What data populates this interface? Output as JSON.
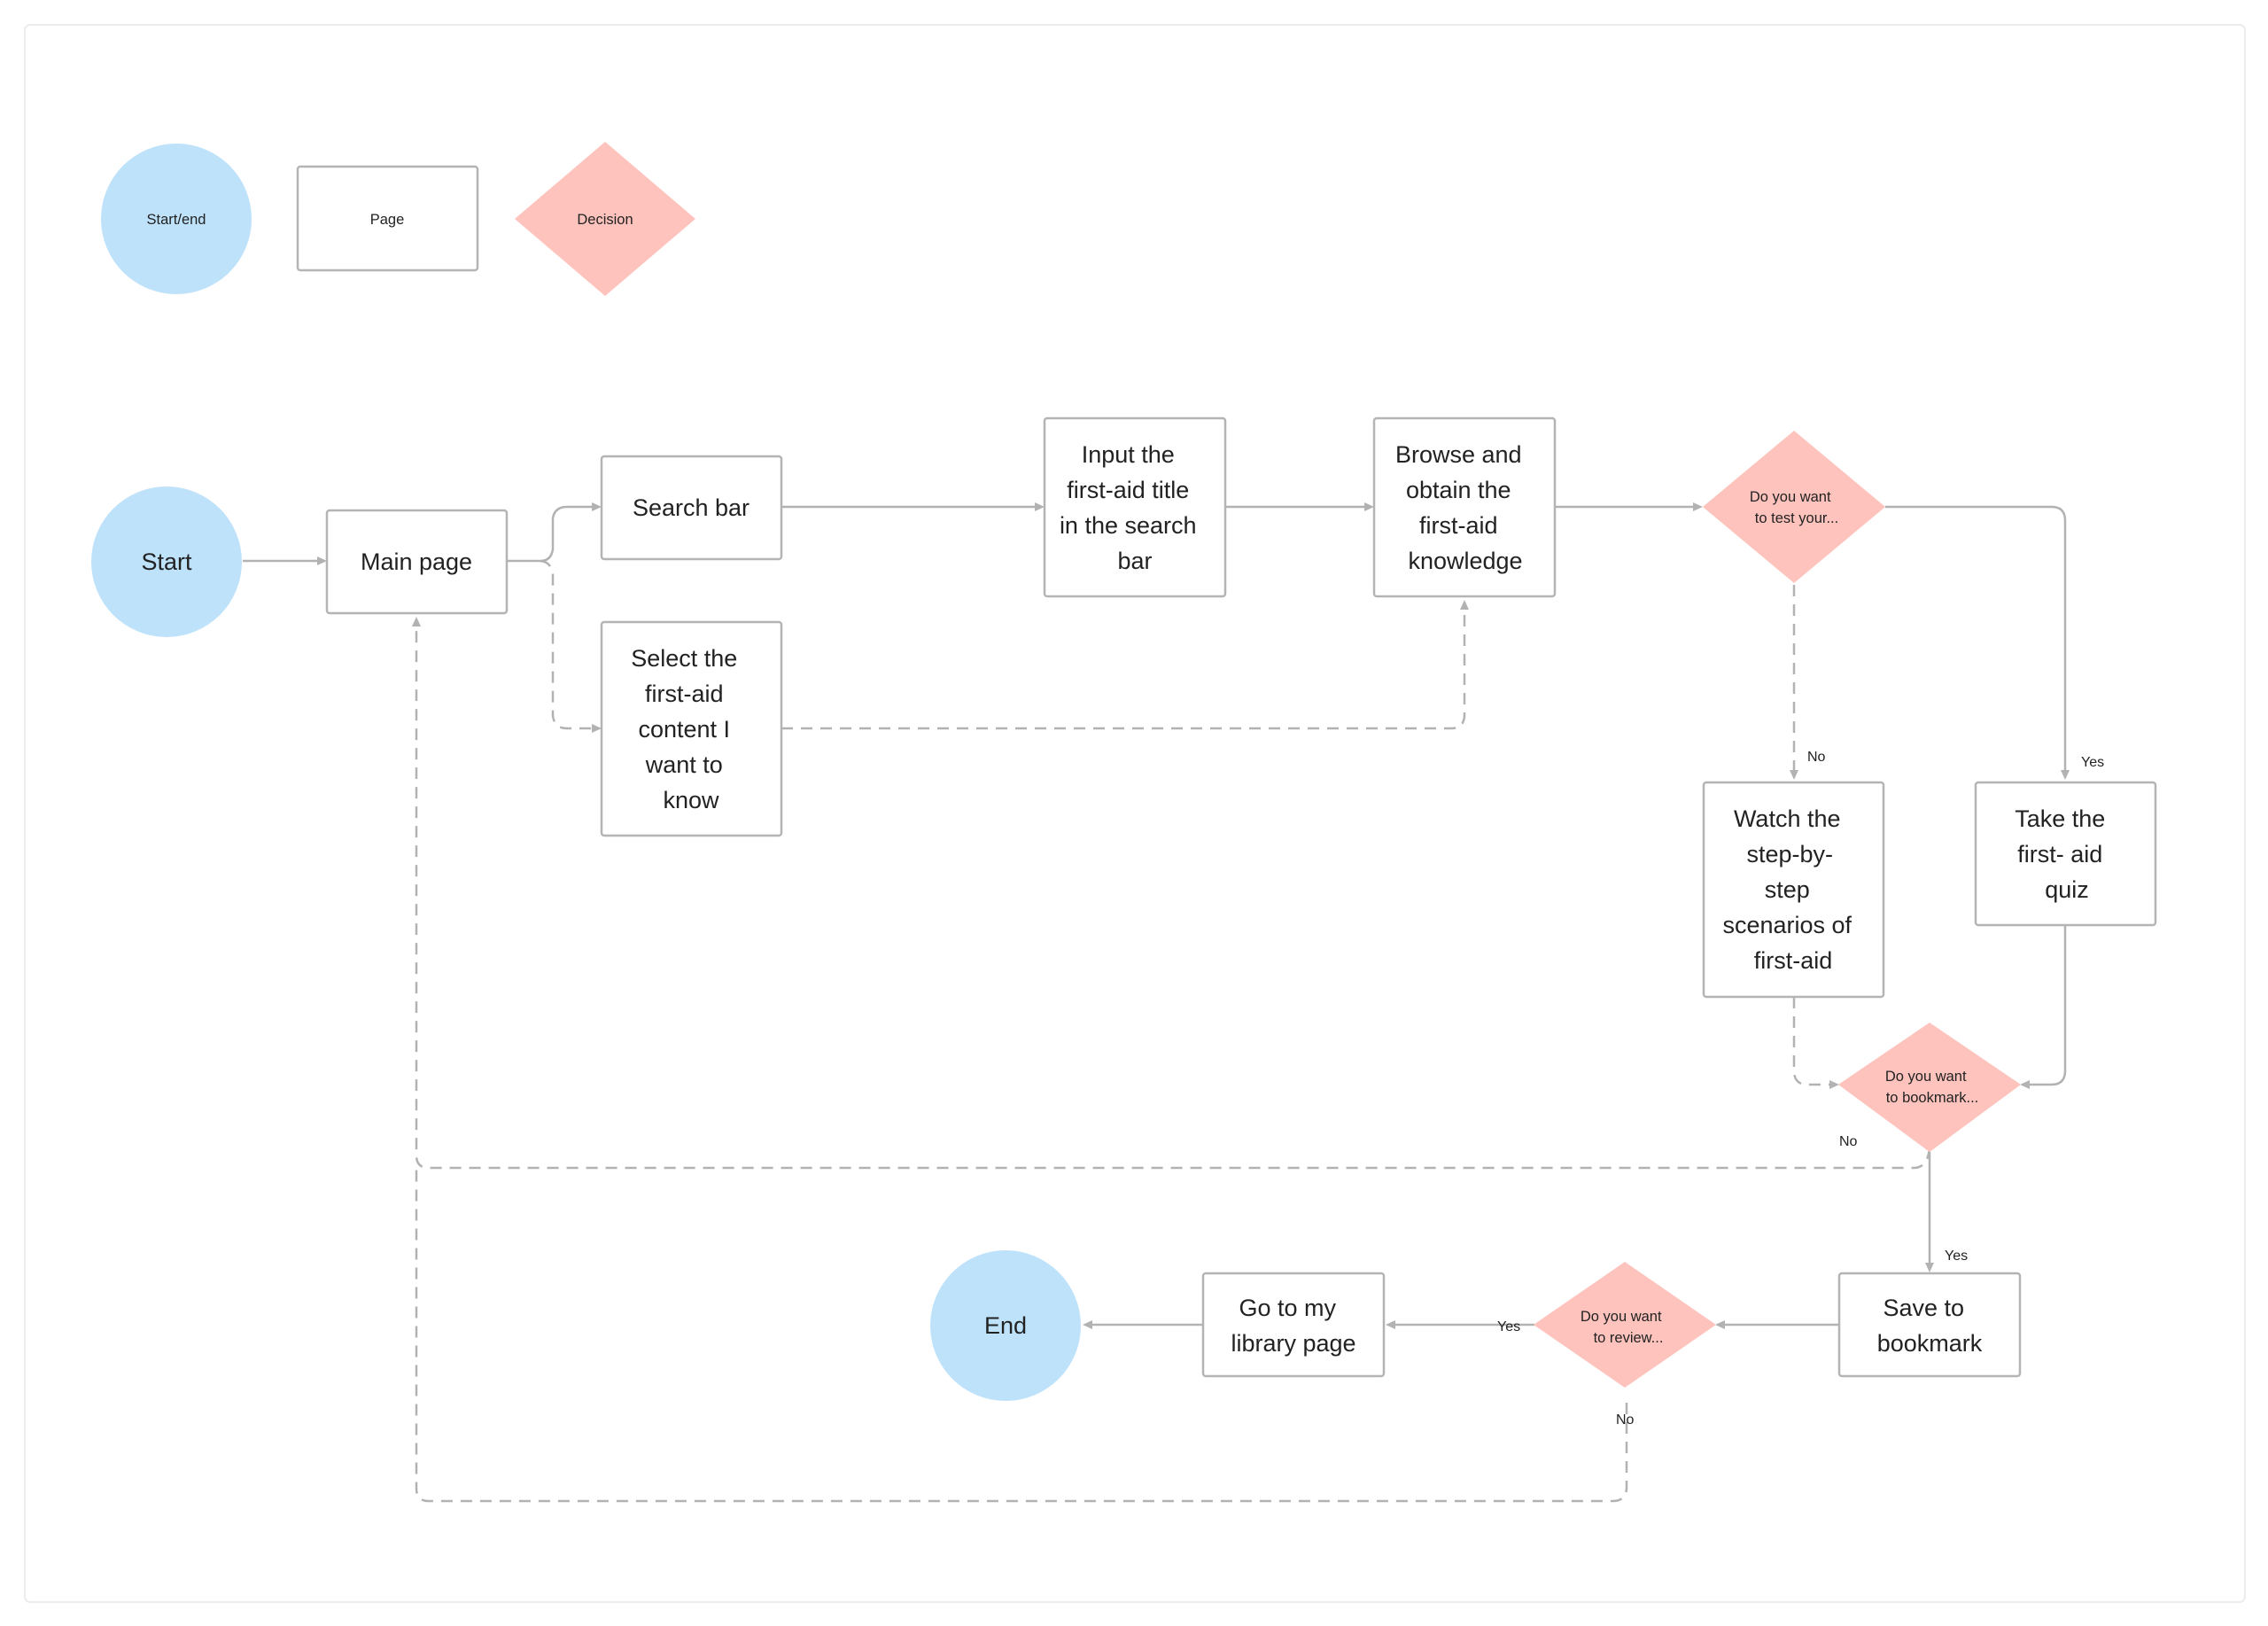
{
  "legend": {
    "start_end": "Start/end",
    "page": "Page",
    "decision": "Decision"
  },
  "nodes": {
    "start": [
      "Start"
    ],
    "main_page": [
      "Main page"
    ],
    "search_bar": [
      "Search bar"
    ],
    "select_content": [
      "Select the",
      "first-aid",
      "content I",
      "want to",
      "know"
    ],
    "input_title": [
      "Input the",
      "first-aid title",
      "in the search",
      "bar"
    ],
    "browse": [
      "Browse and",
      "obtain the",
      "first-aid",
      "knowledge"
    ],
    "decision_test": [
      "Do you want",
      "to test your..."
    ],
    "watch_scenarios": [
      "Watch the",
      "step-by-",
      "step",
      "scenarios of",
      "first-aid"
    ],
    "take_quiz": [
      "Take the",
      "first- aid",
      "quiz"
    ],
    "decision_bookmark": [
      "Do you want",
      "to bookmark..."
    ],
    "save_bookmark": [
      "Save to",
      "bookmark"
    ],
    "decision_review": [
      "Do you want",
      "to review..."
    ],
    "library_page": [
      "Go to my",
      "library page"
    ],
    "end": [
      "End"
    ]
  },
  "edge_labels": {
    "test_no": "No",
    "test_yes": "Yes",
    "bookmark_no": "No",
    "bookmark_yes": "Yes",
    "review_yes": "Yes",
    "review_no": "No"
  },
  "colors": {
    "start_end_fill": "#bfe2fb",
    "decision_fill": "#fec3bd",
    "page_stroke": "#b4b4b4",
    "edge_stroke": "#b2b2b2"
  }
}
